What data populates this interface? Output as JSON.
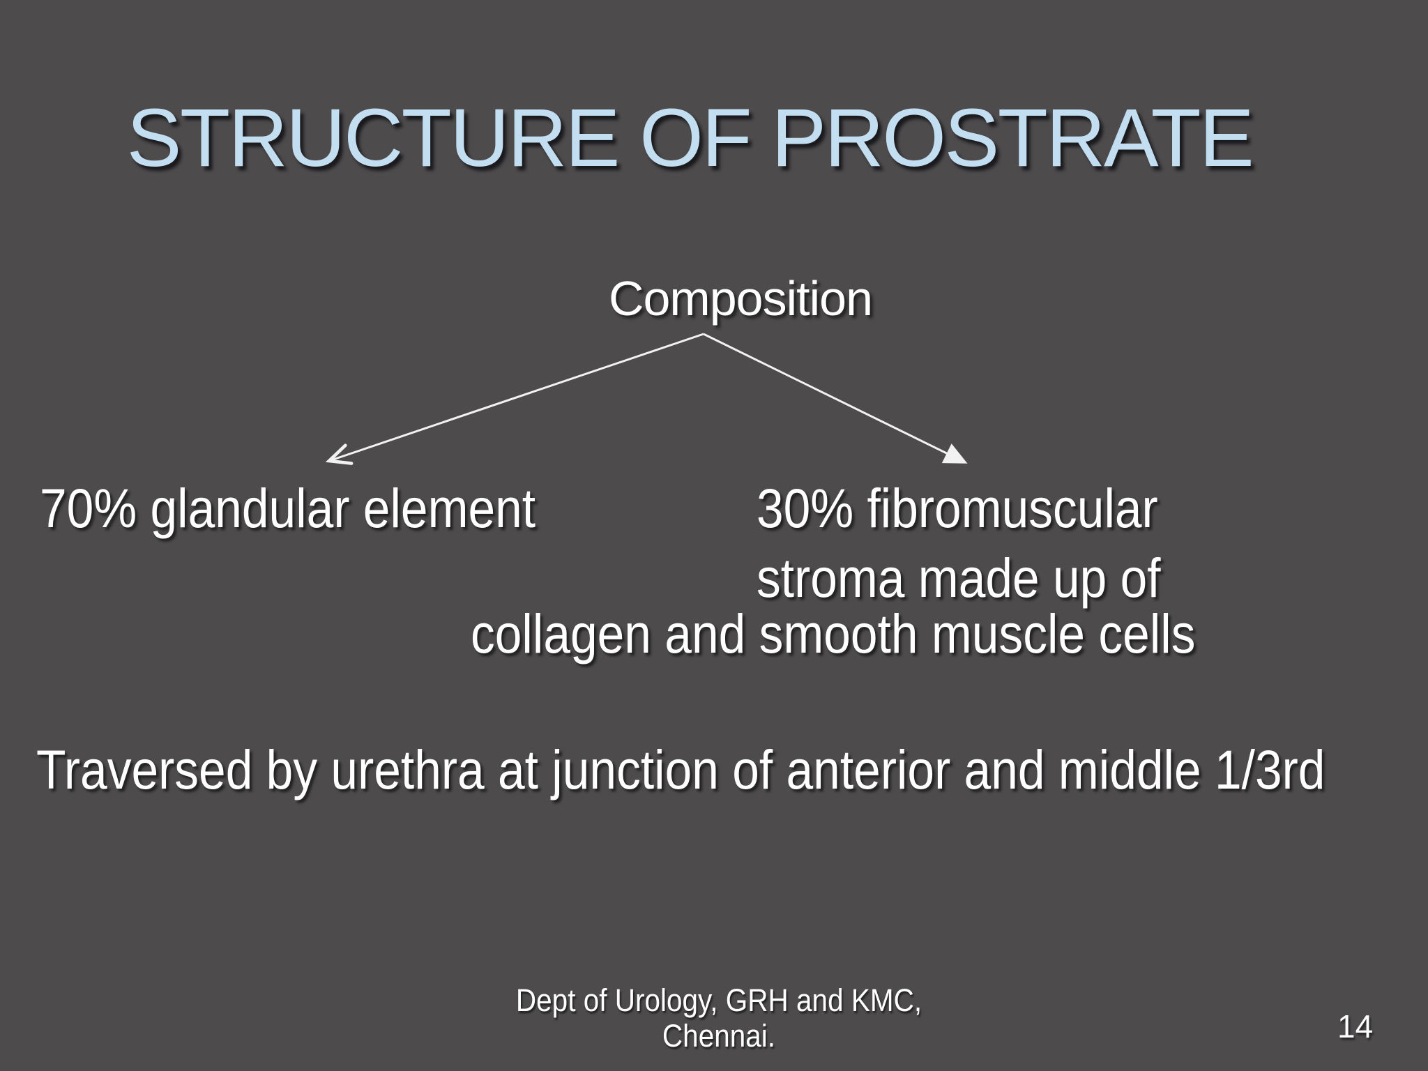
{
  "slide": {
    "title": "STRUCTURE OF PROSTRATE",
    "diagram": {
      "root_label": "Composition",
      "left_branch_label": "70% glandular element",
      "right_branch_lines": [
        "30% fibromuscular",
        "stroma made up of",
        "collagen and smooth muscle cells"
      ]
    },
    "note": "Traversed by urethra at junction of anterior and middle 1/3rd",
    "footer": {
      "line1": "Dept of Urology, GRH and KMC,",
      "line2": "Chennai.",
      "page_number": "14"
    },
    "colors": {
      "background": "#4d4b4c",
      "title_text": "#c3def1",
      "body_text": "#ffffff",
      "arrow": "#f2f2f2"
    }
  }
}
